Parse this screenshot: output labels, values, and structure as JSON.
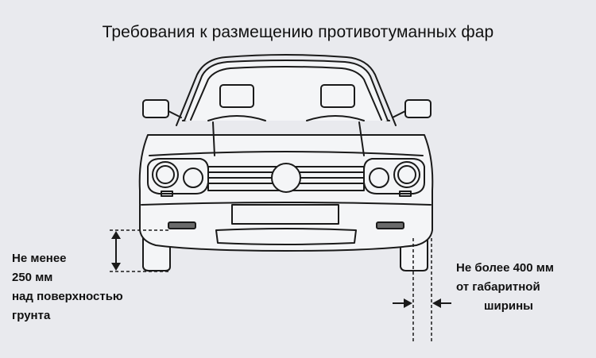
{
  "title": "Требования к размещению противотуманных фар",
  "height_note": {
    "line1": "Не менее",
    "line2": "250 мм",
    "line3": "над поверхностью",
    "line4": "грунта"
  },
  "width_note": {
    "line1": "Не более 400 мм",
    "line2": "от габаритной",
    "line3": "ширины"
  },
  "colors": {
    "background": "#e9eaee",
    "line": "#1a1a1a",
    "car_fill": "#f4f5f7"
  }
}
